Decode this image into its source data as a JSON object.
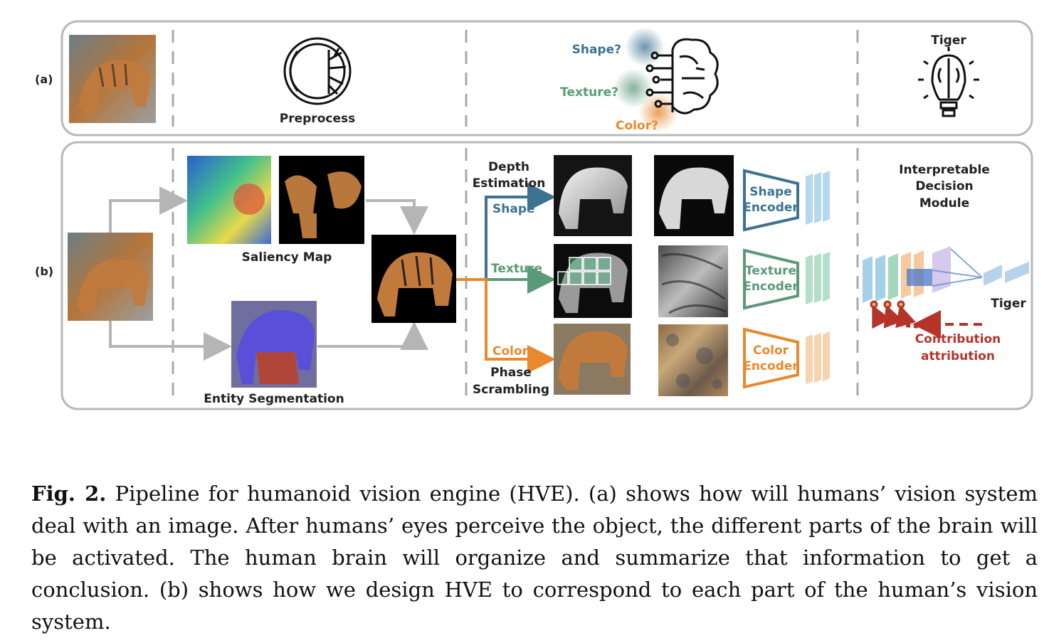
{
  "figure": {
    "panel_a_label": "(a)",
    "panel_b_label": "(b)",
    "preprocess_label": "Preprocess",
    "shape_question": "Shape?",
    "texture_question": "Texture?",
    "color_question": "Color?",
    "tiger_top_label": "Tiger",
    "saliency_label": "Saliency Map",
    "entity_label": "Entity Segmentation",
    "depth_label_1": "Depth",
    "depth_label_2": "Estimation",
    "shape_branch": "Shape",
    "texture_branch": "Texture",
    "color_branch": "Color",
    "phase_label_1": "Phase",
    "phase_label_2": "Scrambling",
    "shape_encoder_1": "Shape",
    "shape_encoder_2": "Encoder",
    "texture_encoder_1": "Texture",
    "texture_encoder_2": "Encoder",
    "color_encoder_1": "Color",
    "color_encoder_2": "Encoder",
    "module_label_1": "Interpretable",
    "module_label_2": "Decision",
    "module_label_3": "Module",
    "tiger_output_label": "Tiger",
    "contribution_label_1": "Contribution",
    "contribution_label_2": "attribution",
    "colors": {
      "shape": "#3d7290",
      "texture": "#5a9a7a",
      "color": "#e8892e",
      "attribution": "#b5342a",
      "arrow_gray": "#b5b5b5"
    }
  },
  "caption": {
    "prefix": "Fig. 2.",
    "text": "Pipeline for humanoid vision engine (HVE). (a) shows how will humans’ vision system deal with an image. After humans’ eyes perceive the object, the different parts of the brain will be activated. The human brain will organize and summarize that information to get a conclusion. (b) shows how we design HVE to correspond to each part of the human’s vision system."
  }
}
